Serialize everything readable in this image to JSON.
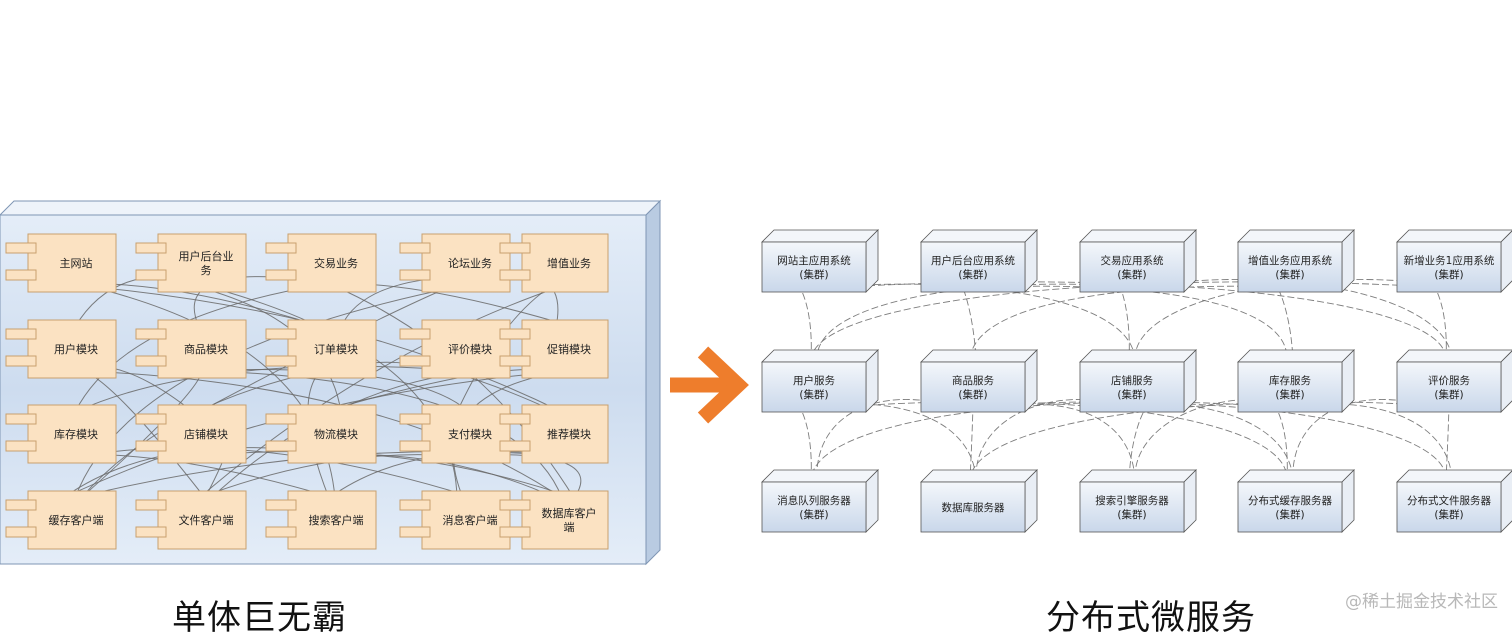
{
  "monolith": {
    "caption": "单体巨无霸",
    "rows": [
      [
        "主网站",
        "用户后台业务",
        "交易业务",
        "论坛业务",
        "增值业务"
      ],
      [
        "用户模块",
        "商品模块",
        "订单模块",
        "评价模块",
        "促销模块"
      ],
      [
        "库存模块",
        "店铺模块",
        "物流模块",
        "支付模块",
        "推荐模块"
      ],
      [
        "缓存客户端",
        "文件客户端",
        "搜索客户端",
        "消息客户端",
        "数据库客户端"
      ]
    ]
  },
  "microservices": {
    "caption": "分布式微服务",
    "rows": [
      [
        [
          "网站主应用系统",
          "(集群)"
        ],
        [
          "用户后台应用系统",
          "(集群)"
        ],
        [
          "交易应用系统",
          "(集群)"
        ],
        [
          "增值业务应用系统",
          "(集群)"
        ],
        [
          "新增业务1应用系统",
          "(集群)"
        ]
      ],
      [
        [
          "用户服务",
          "(集群)"
        ],
        [
          "商品服务",
          "(集群)"
        ],
        [
          "店铺服务",
          "(集群)"
        ],
        [
          "库存服务",
          "(集群)"
        ],
        [
          "评价服务",
          "(集群)"
        ]
      ],
      [
        [
          "消息队列服务器",
          "(集群)"
        ],
        [
          "数据库服务器"
        ],
        [
          "搜索引擎服务器",
          "(集群)"
        ],
        [
          "分布式缓存服务器",
          "(集群)"
        ],
        [
          "分布式文件服务器",
          "(集群)"
        ]
      ]
    ]
  },
  "watermark": "@稀土掘金技术社区",
  "colors": {
    "panel_fill": "#d2e0f0",
    "module_fill": "#fbe2c2",
    "module_stroke": "#c8a06e",
    "service_fill": "#dde6f2",
    "service_stroke": "#555555",
    "arrow": "#ee7d2c",
    "connector": "#707070"
  }
}
